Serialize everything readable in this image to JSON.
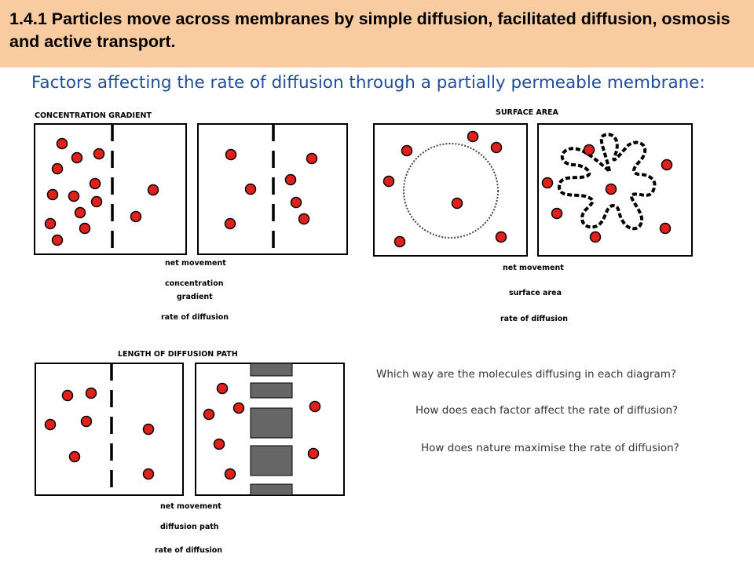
{
  "header": {
    "title": "1.4.1 Particles move across membranes by simple diffusion, facilitated diffusion, osmosis and active transport.",
    "background": "#f9cba0"
  },
  "subtitle": "Factors affecting the rate of diffusion through a partially permeable membrane:",
  "colors": {
    "subtitle": "#1f4e9a",
    "particle": "#e0201a",
    "membrane_block": "#666666"
  },
  "sections": {
    "concentration_gradient": {
      "label": "CONCENTRATION GRADIENT",
      "labels": [
        "net movement",
        "concentration",
        "gradient",
        "rate of diffusion"
      ]
    },
    "surface_area": {
      "label": "SURFACE AREA",
      "labels": [
        "net movement",
        "surface area",
        "rate of diffusion"
      ]
    },
    "diffusion_path": {
      "label": "LENGTH OF DIFFUSION PATH",
      "labels": [
        "net movement",
        "diffusion path",
        "rate of diffusion"
      ]
    }
  },
  "questions": [
    "Which way are the molecules diffusing in each diagram?",
    "How does each factor affect the rate of diffusion?",
    "How does nature maximise the rate of diffusion?"
  ]
}
